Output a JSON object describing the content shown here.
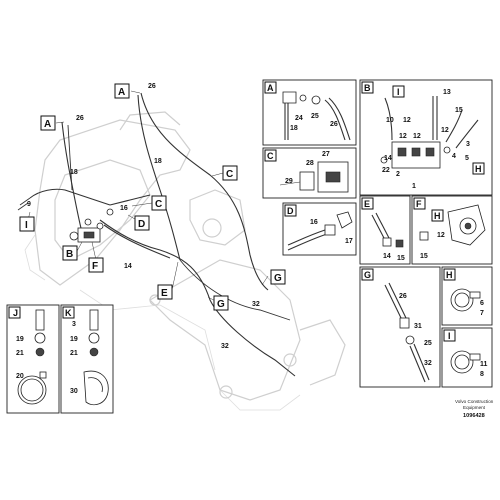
{
  "diagram": {
    "callouts_main": {
      "A_top": "A",
      "A_left": "A",
      "C_right": "C",
      "C_mid": "C",
      "D": "D",
      "B": "B",
      "F": "F",
      "I": "I",
      "E": "E",
      "G_right": "G",
      "G_lower": "G"
    },
    "numbers_main": {
      "n26_top": "26",
      "n26_left": "26",
      "n18_left": "18",
      "n18_mid": "18",
      "n9": "9",
      "n16": "16",
      "n14": "14",
      "n32_a": "32",
      "n32_b": "32"
    },
    "panels": {
      "A": {
        "letter": "A",
        "labels": [
          "24",
          "18",
          "25",
          "26"
        ]
      },
      "B": {
        "letter": "B",
        "labels": [
          "I",
          "13",
          "10",
          "12",
          "12",
          "15",
          "12",
          "12",
          "3",
          "14",
          "22",
          "2",
          "4",
          "5",
          "1",
          "H"
        ]
      },
      "C": {
        "letter": "C",
        "labels": [
          "27",
          "28",
          "29"
        ]
      },
      "D": {
        "letter": "D",
        "labels": [
          "16",
          "17"
        ]
      },
      "E": {
        "letter": "E",
        "labels": [
          "14",
          "15"
        ]
      },
      "F": {
        "letter": "F",
        "labels": [
          "H",
          "15",
          "12"
        ]
      },
      "G": {
        "letter": "G",
        "labels": [
          "26",
          "31",
          "25",
          "32"
        ]
      },
      "H": {
        "letter": "H",
        "labels": [
          "6",
          "7"
        ]
      },
      "I": {
        "letter": "I",
        "labels": [
          "11",
          "8"
        ]
      },
      "J": {
        "letter": "J",
        "labels": [
          "19",
          "21",
          "20"
        ]
      },
      "K": {
        "letter": "K",
        "labels": [
          "3",
          "19",
          "21",
          "30"
        ]
      }
    },
    "footer": {
      "line1": "Volvo Construction",
      "line2": "Equipment",
      "code": "1096428"
    }
  }
}
